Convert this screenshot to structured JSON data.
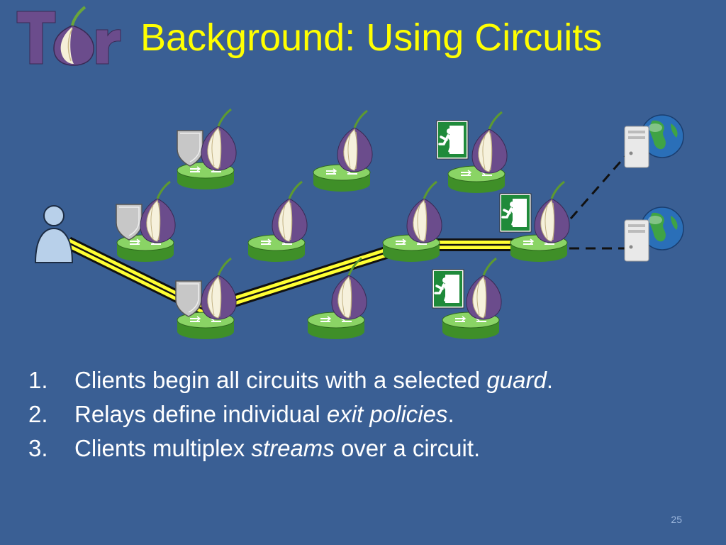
{
  "slide": {
    "title": "Background: Using Circuits",
    "logo_text": "Tor",
    "page_number": "25"
  },
  "bullets": [
    {
      "num": "1.",
      "text": "Clients begin all circuits with a selected ",
      "emph": "guard",
      "after": "."
    },
    {
      "num": "2.",
      "text": "Relays define individual ",
      "emph": "exit policies",
      "after": "."
    },
    {
      "num": "3.",
      "text": "Clients multiplex ",
      "emph": "streams",
      "after": " over a circuit."
    }
  ],
  "colors": {
    "background": "#3a5f94",
    "title": "#ffff00",
    "router_green": "#7fd35a",
    "onion_purple": "#6b4c8c",
    "circuit_yellow": "#ffff33",
    "exit_green": "#1f8a3a"
  },
  "icons": [
    "client-icon",
    "guard-shield-icon",
    "onion-icon",
    "router-icon",
    "exit-sign-icon",
    "server-icon",
    "globe-icon"
  ]
}
